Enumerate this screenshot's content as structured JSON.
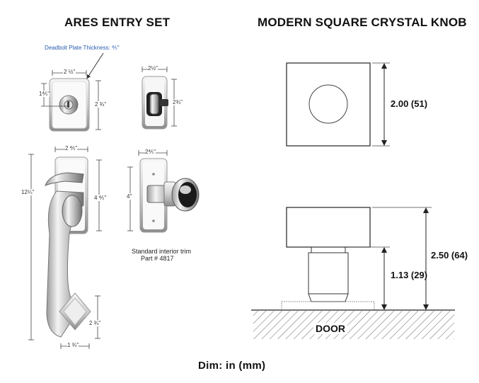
{
  "left_panel": {
    "title": "ARES ENTRY SET",
    "deadbolt_note": "Deadbolt Plate Thickness: ⅘\"",
    "dims": {
      "deadbolt_width": "2 ½\"",
      "deadbolt_side": "1⅘\"",
      "deadbolt_height": "2 ¾\"",
      "side_width": "2½\"",
      "side_height": "2¾\"",
      "handle_width": "2 ⅘\"",
      "handle_total": "12¼\"",
      "handle_plate": "4 ⅘\"",
      "bottom_plate": "2 ¾\"",
      "bottom_width": "1 ¾\"",
      "interior_width": "2⅘\"",
      "interior_height": "4\""
    },
    "interior_caption_line1": "Standard interior trim",
    "interior_caption_line2": "Part # 4817"
  },
  "right_panel": {
    "title": "MODERN SQUARE CRYSTAL KNOB",
    "dim_top": "2.00 (51)",
    "dim_stem": "1.13 (29)",
    "dim_total": "2.50 (64)",
    "door_label": "DOOR"
  },
  "footer": "Dim: in (mm)"
}
